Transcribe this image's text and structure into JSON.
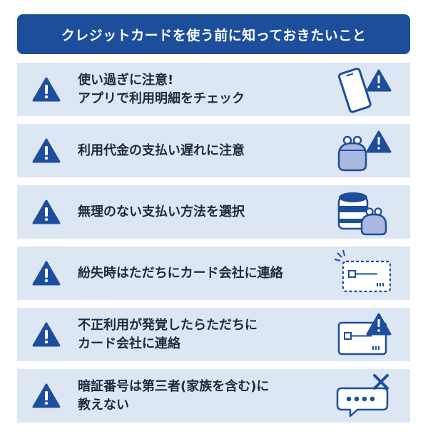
{
  "title": "クレジットカードを使う前に知っておきたいこと",
  "colors": {
    "header_bg": "#1d4e9c",
    "row_bg": "#dce7f3",
    "icon_blue": "#1d4e9c",
    "icon_fill": "#a9b9df"
  },
  "items": [
    {
      "line1": "使い過ぎに注意!",
      "line2": "アプリで利用明細をチェック",
      "illustration": "smartphone-warning-icon"
    },
    {
      "line1": "利用代金の支払い遅れに注意",
      "line2": "",
      "illustration": "wallet-warning-icon"
    },
    {
      "line1": "無理のない支払い方法を選択",
      "line2": "",
      "illustration": "coins-wallet-icon"
    },
    {
      "line1": "紛失時はただちにカード会社に連絡",
      "line2": "",
      "illustration": "lost-card-icon"
    },
    {
      "line1": "不正利用が発覚したらただちに",
      "line2": "カード会社に連絡",
      "illustration": "card-warning-icon"
    },
    {
      "line1": "暗証番号は第三者(家族を含む)に",
      "line2": "教えない",
      "illustration": "pin-secret-icon"
    }
  ]
}
